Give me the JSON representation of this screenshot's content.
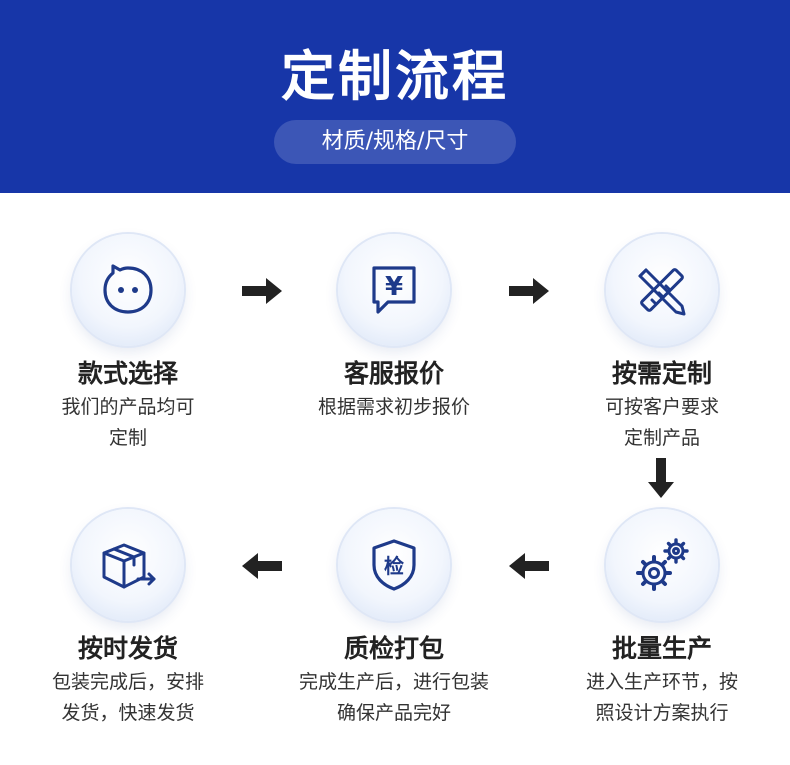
{
  "header": {
    "title": "定制流程",
    "subtitle": "材质/规格/尺寸"
  },
  "colors": {
    "header_bg": "#1736a8",
    "icon_stroke": "#1e3a8a",
    "arrow": "#222222"
  },
  "steps": [
    {
      "title": "款式选择",
      "desc_line1": "我们的产品均可",
      "desc_line2": "定制",
      "icon": "chat-face-icon"
    },
    {
      "title": "客服报价",
      "desc_line1": "根据需求初步报价",
      "desc_line2": "",
      "icon": "yuan-quote-icon"
    },
    {
      "title": "按需定制",
      "desc_line1": "可按客户要求",
      "desc_line2": "定制产品",
      "icon": "pencil-ruler-icon"
    },
    {
      "title": "批量生产",
      "desc_line1": "进入生产环节，按",
      "desc_line2": "照设计方案执行",
      "icon": "gears-icon"
    },
    {
      "title": "质检打包",
      "desc_line1": "完成生产后，进行包装",
      "desc_line2": "确保产品完好",
      "icon": "inspection-shield-icon"
    },
    {
      "title": "按时发货",
      "desc_line1": "包装完成后，安排",
      "desc_line2": "发货，快速发货",
      "icon": "shipping-box-icon"
    }
  ],
  "icon_texts": {
    "yuan": "¥",
    "inspect": "检"
  }
}
